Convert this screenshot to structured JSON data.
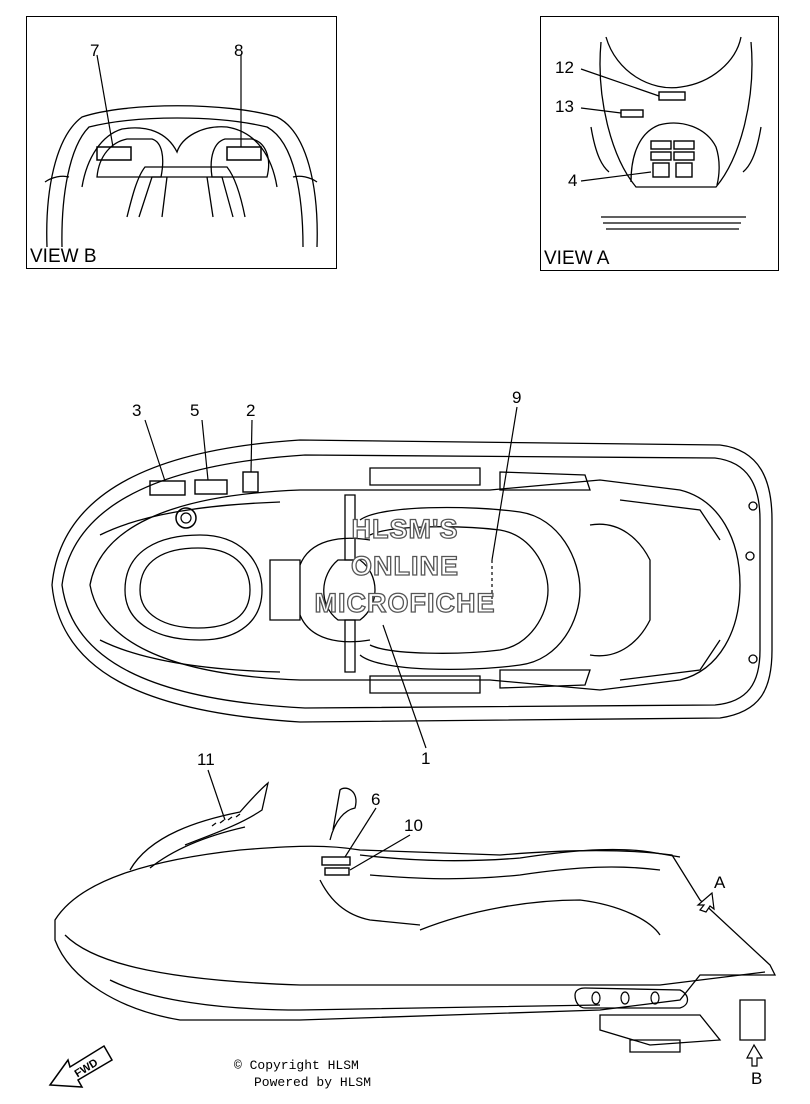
{
  "view_b": {
    "label": "VIEW B",
    "callouts": [
      "7",
      "8"
    ]
  },
  "view_a": {
    "label": "VIEW A",
    "callouts": [
      "12",
      "13",
      "4"
    ]
  },
  "top_view": {
    "callouts": [
      "3",
      "5",
      "2",
      "9",
      "1"
    ]
  },
  "side_view": {
    "callouts": [
      "11",
      "6",
      "10",
      "A",
      "B"
    ],
    "fwd_label": "FWD"
  },
  "watermark": {
    "line1": "HLSM'S",
    "line2": "ONLINE",
    "line3": "MICROFICHE"
  },
  "footer": {
    "copyright": "© Copyright HLSM",
    "powered": "Powered by HLSM"
  },
  "colors": {
    "line": "#000000",
    "background": "#ffffff",
    "watermark_outline": "#555555"
  }
}
